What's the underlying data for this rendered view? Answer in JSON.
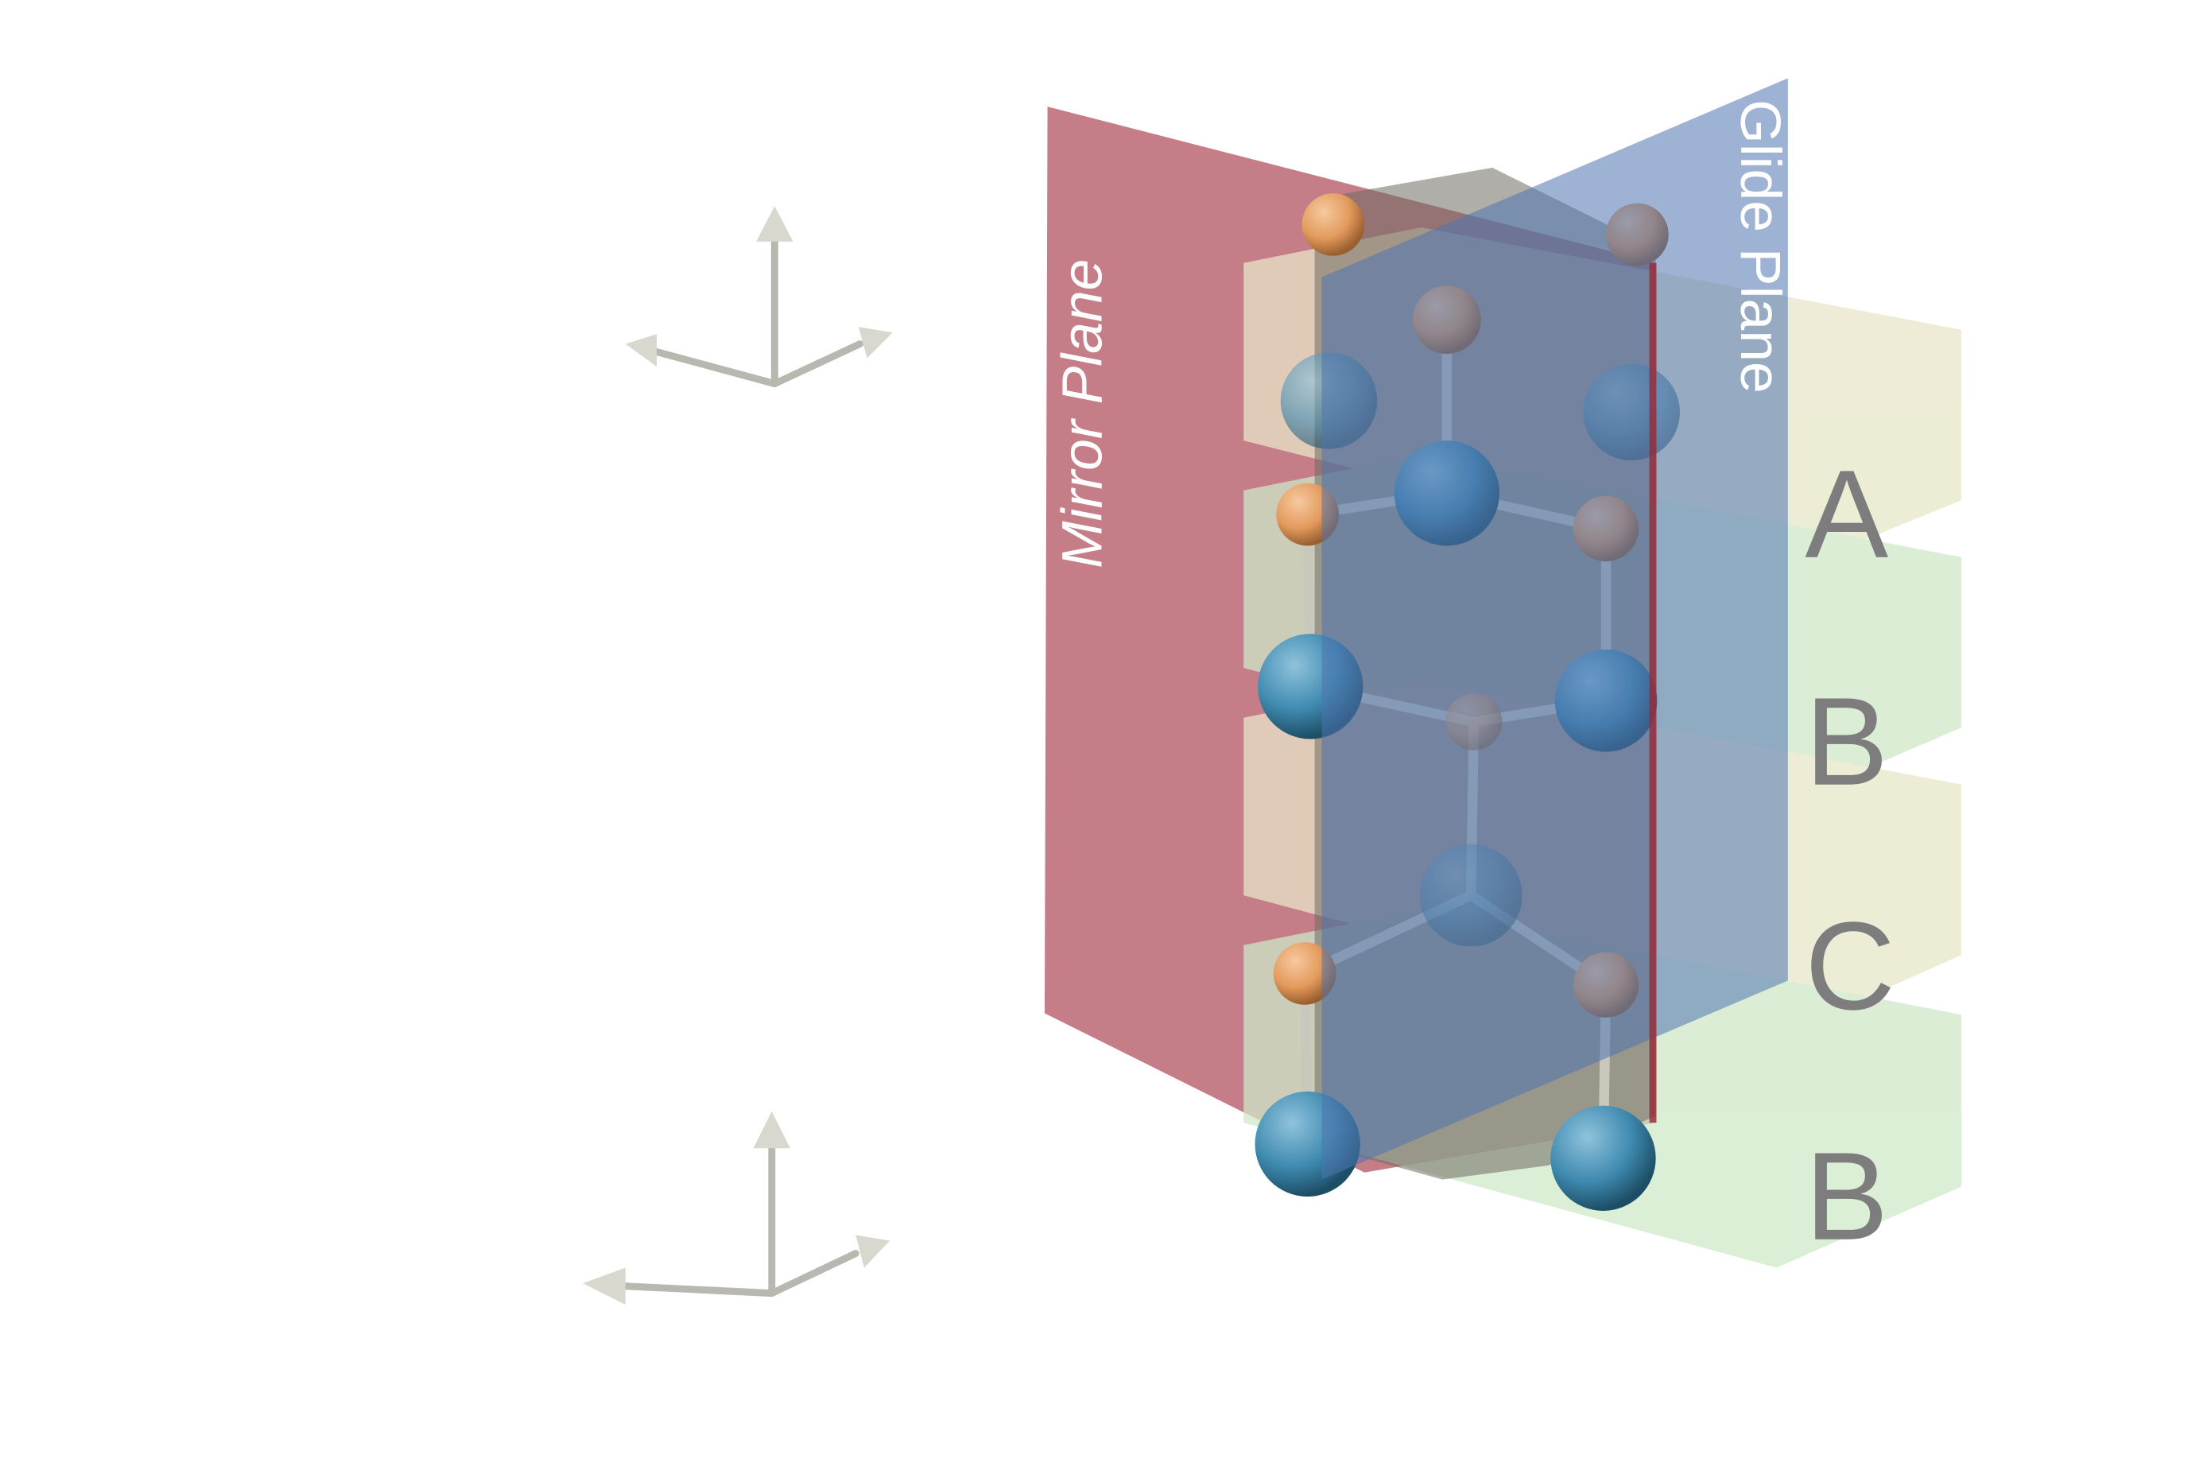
{
  "planes": {
    "mirror": {
      "label": "Mirror Plane",
      "color": "#b8606e"
    },
    "glide": {
      "label": "Glide Plane",
      "color": "#6a8cc0"
    }
  },
  "stacking_layers": [
    {
      "label": "A",
      "color": "#e8e6c8"
    },
    {
      "label": "B",
      "color": "#cfe8c8"
    },
    {
      "label": "C",
      "color": "#e8e6c8"
    },
    {
      "label": "B",
      "color": "#cfe8c8"
    }
  ],
  "atoms": {
    "small_color": "#e39a5c",
    "large_color": "#3f8ab0"
  }
}
